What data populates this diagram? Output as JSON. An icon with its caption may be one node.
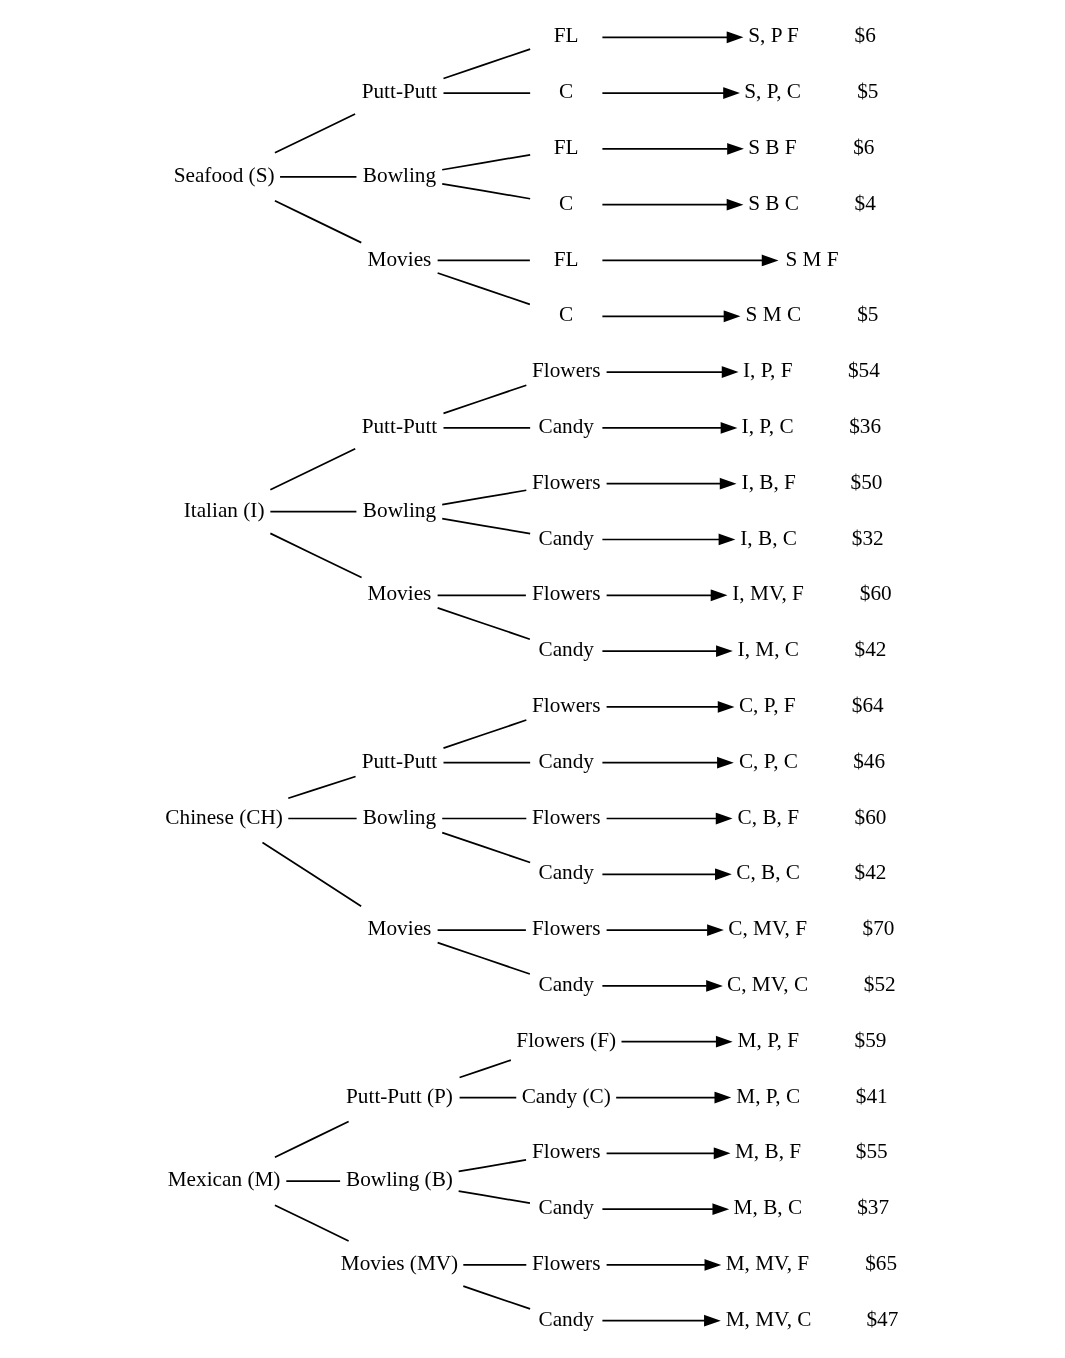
{
  "diagram": {
    "nodes": [
      {
        "text": [
          "Mexican (M)"
        ]
      },
      {
        "text": [
          "Putt-Putt (P)"
        ]
      },
      {
        "text": [
          "Flowers (F)"
        ]
      },
      {
        "text": [
          "M, P, F"
        ],
        "beside": [
          "$59"
        ]
      },
      {
        "text": [
          "Candy (C)"
        ]
      },
      {
        "text": [
          "M, P, C"
        ],
        "beside": [
          "$41"
        ]
      },
      {
        "text": [
          "Bowling (B)"
        ]
      },
      {
        "text": [
          "Flowers"
        ]
      },
      {
        "text": [
          "M, B, F"
        ],
        "beside": [
          "$55"
        ]
      },
      {
        "text": [
          "Candy"
        ]
      },
      {
        "text": [
          "M, B, C"
        ],
        "beside": [
          "$37"
        ]
      },
      {
        "text": [
          "Movies (MV)"
        ]
      },
      {
        "text": [
          "Flowers"
        ]
      },
      {
        "text": [
          "M, MV, F"
        ],
        "beside": [
          "$65"
        ]
      },
      {
        "text": [
          "Candy"
        ]
      },
      {
        "text": [
          "M, MV, C"
        ],
        "beside": [
          "$47"
        ]
      },
      {
        "text": [
          "Chinese (CH)"
        ]
      },
      {
        "text": [
          "Putt-Putt"
        ]
      },
      {
        "text": [
          "Flowers"
        ]
      },
      {
        "text": [
          "C, P, F"
        ],
        "beside": [
          "$64"
        ]
      },
      {
        "text": [
          "Candy"
        ]
      },
      {
        "text": [
          "C, P, C"
        ],
        "beside": [
          "$46"
        ]
      },
      {
        "text": [
          "Bowling"
        ]
      },
      {
        "text": [
          "Flowers"
        ]
      },
      {
        "text": [
          "C, B, F"
        ],
        "beside": [
          "$60"
        ]
      },
      {
        "text": [
          "Candy"
        ]
      },
      {
        "text": [
          "C, B, C"
        ],
        "beside": [
          "$42"
        ]
      },
      {
        "text": [
          "Movies"
        ]
      },
      {
        "text": [
          "Flowers"
        ]
      },
      {
        "text": [
          "C, MV, F"
        ],
        "beside": [
          "$70"
        ]
      },
      {
        "text": [
          "Candy"
        ]
      },
      {
        "text": [
          "C, MV, C"
        ],
        "beside": [
          "$52"
        ]
      },
      {
        "text": [
          "Italian (I)"
        ]
      },
      {
        "text": [
          "Putt-Putt"
        ]
      },
      {
        "text": [
          "Flowers"
        ]
      },
      {
        "text": [
          "I, P, F"
        ],
        "beside": [
          "$54"
        ]
      },
      {
        "text": [
          "Candy"
        ]
      },
      {
        "text": [
          "I, P, C"
        ],
        "beside": [
          "$36"
        ]
      },
      {
        "text": [
          "Bowling"
        ]
      },
      {
        "text": [
          "Flowers"
        ]
      },
      {
        "text": [
          "I, B, F"
        ],
        "beside": [
          "$50"
        ]
      },
      {
        "text": [
          "Candy"
        ]
      },
      {
        "text": [
          "I, B, C"
        ],
        "beside": [
          "$32"
        ]
      },
      {
        "text": [
          "Movies"
        ]
      },
      {
        "text": [
          "Flowers"
        ]
      },
      {
        "text": [
          "I, MV, F"
        ],
        "beside": [
          "$60"
        ]
      },
      {
        "text": [
          "Candy"
        ]
      },
      {
        "text": [
          "I, M, C"
        ],
        "beside": [
          "$42"
        ]
      },
      {
        "text": [
          "Seafood (S)"
        ]
      },
      {
        "text": [
          "Putt-Putt"
        ]
      },
      {
        "text": [
          "FL"
        ]
      },
      {
        "text": [
          "S, P F"
        ],
        "beside": [
          "$6"
        ]
      },
      {
        "text": [
          "C"
        ]
      },
      {
        "text": [
          "S, P, C"
        ],
        "beside": [
          "$5"
        ]
      },
      {
        "text": [
          "Bowling"
        ]
      },
      {
        "text": [
          "FL"
        ]
      },
      {
        "text": [
          "S B F"
        ],
        "beside": [
          "$6"
        ]
      },
      {
        "text": [
          "C"
        ]
      },
      {
        "text": [
          "S B C"
        ],
        "beside": [
          "$4"
        ]
      },
      {
        "text": [
          "Movies"
        ]
      },
      {
        "text": [
          "FL"
        ]
      },
      {
        "text": [
          "S M F"
        ]
      },
      {
        "text": [
          "C"
        ]
      },
      {
        "text": [
          "S M C"
        ],
        "beside": [
          "$5"
        ]
      }
    ],
    "edges": [
      {
        "from": 0,
        "to": 1,
        "arrow": "none"
      },
      {
        "from": 1,
        "to": 2,
        "arrow": "none"
      },
      {
        "from": 2,
        "to": 3,
        "arrow": "to"
      },
      {
        "from": 1,
        "to": 4,
        "arrow": "none"
      },
      {
        "from": 4,
        "to": 5,
        "arrow": "to"
      },
      {
        "from": 0,
        "to": 6,
        "arrow": "none"
      },
      {
        "from": 6,
        "to": 7,
        "arrow": "none"
      },
      {
        "from": 7,
        "to": 8,
        "arrow": "to"
      },
      {
        "from": 6,
        "to": 9,
        "arrow": "none"
      },
      {
        "from": 9,
        "to": 10,
        "arrow": "to"
      },
      {
        "from": 0,
        "to": 11,
        "arrow": "none"
      },
      {
        "from": 11,
        "to": 12,
        "arrow": "none"
      },
      {
        "from": 12,
        "to": 13,
        "arrow": "to"
      },
      {
        "from": 11,
        "to": 14,
        "arrow": "none"
      },
      {
        "from": 14,
        "to": 15,
        "arrow": "to"
      },
      {
        "from": 16,
        "to": 17,
        "arrow": "none"
      },
      {
        "from": 17,
        "to": 18,
        "arrow": "none"
      },
      {
        "from": 18,
        "to": 19,
        "arrow": "to"
      },
      {
        "from": 17,
        "to": 20,
        "arrow": "none"
      },
      {
        "from": 20,
        "to": 21,
        "arrow": "to"
      },
      {
        "from": 16,
        "to": 22,
        "arrow": "none"
      },
      {
        "from": 22,
        "to": 23,
        "arrow": "none"
      },
      {
        "from": 23,
        "to": 24,
        "arrow": "to"
      },
      {
        "from": 22,
        "to": 25,
        "arrow": "none"
      },
      {
        "from": 25,
        "to": 26,
        "arrow": "to"
      },
      {
        "from": 16,
        "to": 27,
        "arrow": "none"
      },
      {
        "from": 27,
        "to": 28,
        "arrow": "none"
      },
      {
        "from": 28,
        "to": 29,
        "arrow": "to"
      },
      {
        "from": 27,
        "to": 30,
        "arrow": "none"
      },
      {
        "from": 30,
        "to": 31,
        "arrow": "to"
      },
      {
        "from": 32,
        "to": 33,
        "arrow": "none"
      },
      {
        "from": 33,
        "to": 34,
        "arrow": "none"
      },
      {
        "from": 34,
        "to": 35,
        "arrow": "to"
      },
      {
        "from": 33,
        "to": 36,
        "arrow": "none"
      },
      {
        "from": 36,
        "to": 37,
        "arrow": "to"
      },
      {
        "from": 32,
        "to": 38,
        "arrow": "none"
      },
      {
        "from": 38,
        "to": 39,
        "arrow": "none"
      },
      {
        "from": 39,
        "to": 40,
        "arrow": "to"
      },
      {
        "from": 38,
        "to": 41,
        "arrow": "none"
      },
      {
        "from": 41,
        "to": 42,
        "arrow": "to"
      },
      {
        "from": 32,
        "to": 43,
        "arrow": "none"
      },
      {
        "from": 43,
        "to": 44,
        "arrow": "none"
      },
      {
        "from": 44,
        "to": 45,
        "arrow": "to"
      },
      {
        "from": 43,
        "to": 46,
        "arrow": "none"
      },
      {
        "from": 46,
        "to": 47,
        "arrow": "to"
      },
      {
        "from": 48,
        "to": 49,
        "arrow": "none"
      },
      {
        "from": 49,
        "to": 50,
        "arrow": "none"
      },
      {
        "from": 50,
        "to": 51,
        "arrow": "to"
      },
      {
        "from": 49,
        "to": 52,
        "arrow": "none"
      },
      {
        "from": 52,
        "to": 53,
        "arrow": "to"
      },
      {
        "from": 48,
        "to": 54,
        "arrow": "none"
      },
      {
        "from": 54,
        "to": 55,
        "arrow": "none"
      },
      {
        "from": 55,
        "to": 56,
        "arrow": "to"
      },
      {
        "from": 54,
        "to": 57,
        "arrow": "none"
      },
      {
        "from": 57,
        "to": 58,
        "arrow": "to"
      },
      {
        "from": 48,
        "to": 59,
        "arrow": "none"
      },
      {
        "from": 59,
        "to": 60,
        "arrow": "none"
      },
      {
        "from": 60,
        "to": 61,
        "arrow": "to"
      },
      {
        "from": 59,
        "to": 62,
        "arrow": "none"
      },
      {
        "from": 62,
        "to": 63,
        "arrow": "to"
      }
    ]
  }
}
